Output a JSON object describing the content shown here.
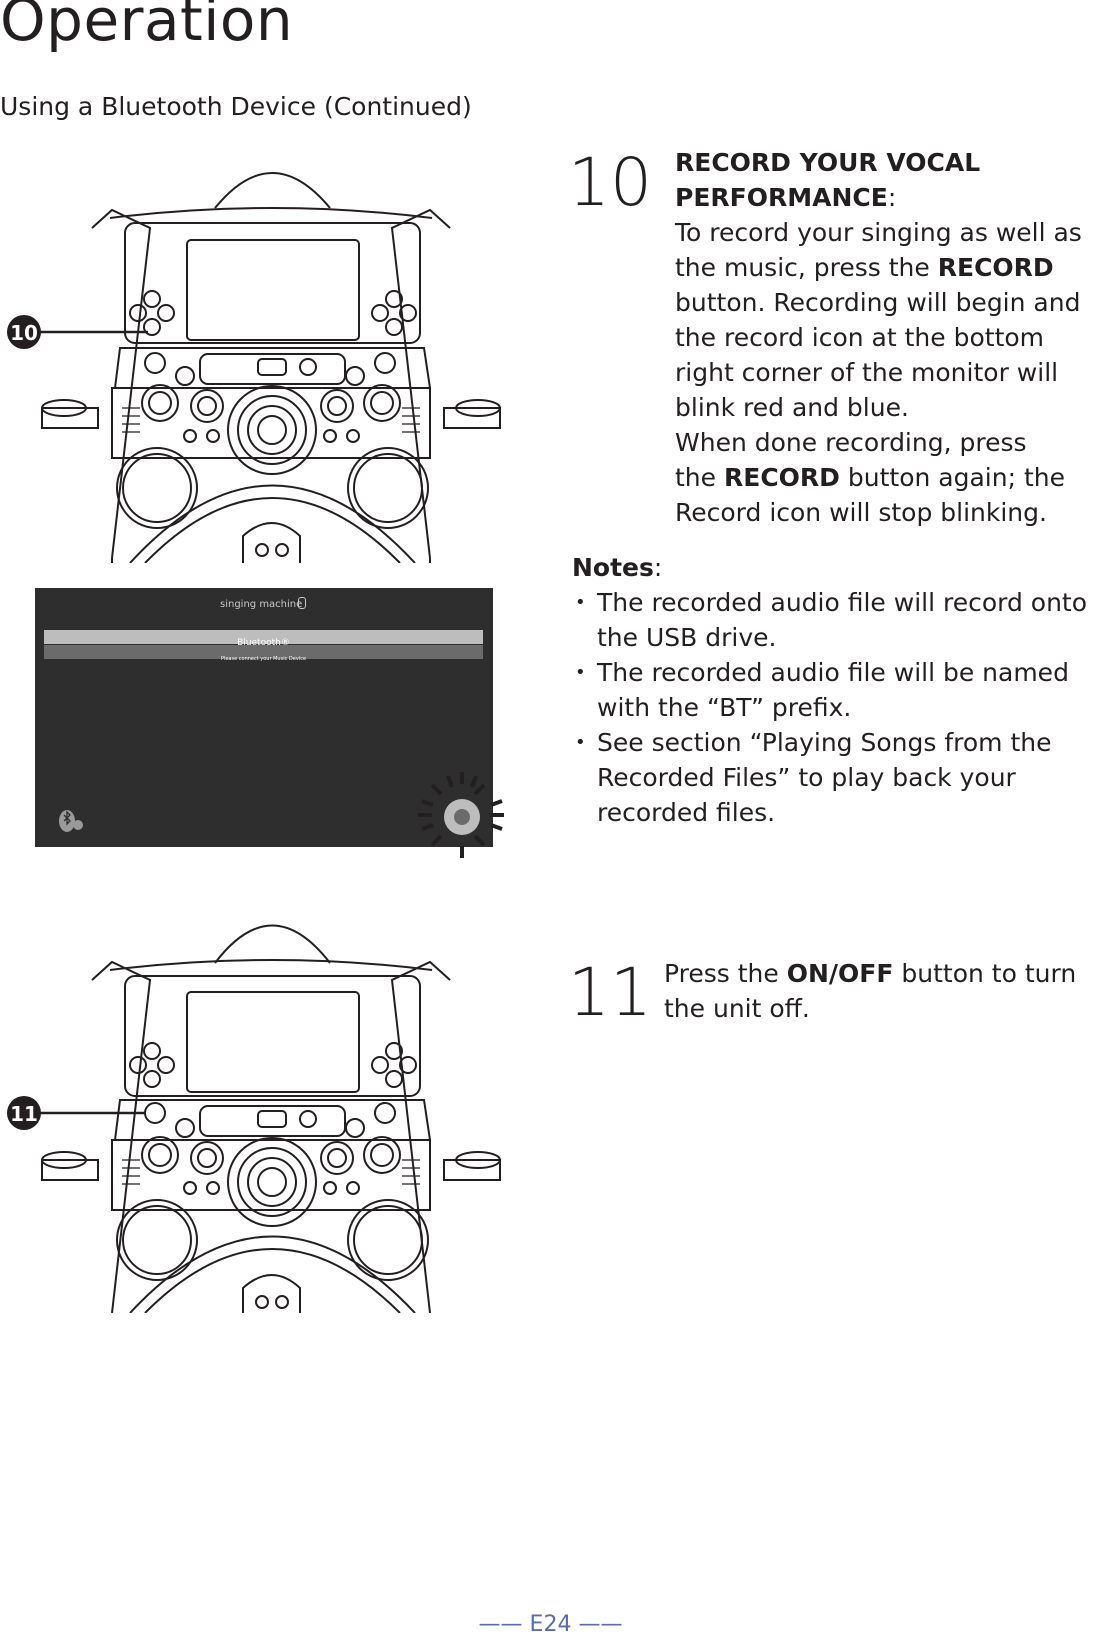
{
  "header": {
    "title": "Operation",
    "subtitle": "Using a Bluetooth Device (Continued)"
  },
  "steps": [
    {
      "number": "10",
      "callout": "10",
      "heading": "RECORD YOUR VOCAL PERFORMANCE",
      "lines": [
        "To record your singing as well as",
        "the music, press the",
        "RECORD",
        "button. Recording will begin and",
        "the record icon at the bottom",
        "right corner of the monitor will",
        "blink red and blue.",
        "When done recording, press",
        "the",
        "RECORD",
        "button again; the",
        "Record icon will stop blinking."
      ]
    },
    {
      "number": "11",
      "callout": "11",
      "text_before": "Press the",
      "button": "ON/OFF",
      "text_after": "button to turn",
      "line2": "the unit off."
    }
  ],
  "notes": {
    "label": "Notes",
    "items": [
      [
        "The recorded audio file will record onto",
        "the USB drive."
      ],
      [
        "The recorded audio file will be named",
        "with the “BT” prefix."
      ],
      [
        "See section “Playing Songs from the",
        "Recorded Files” to play back your",
        "recorded files."
      ]
    ]
  },
  "monitor": {
    "brand": "singing machine",
    "bar_title": "Bluetooth®",
    "bar_message": "Please connect your Music Device"
  },
  "footer": {
    "page": "E24"
  },
  "colors": {
    "text": "#231f20",
    "footer": "#5b6bb0",
    "screen_bg": "#2e2e2e"
  }
}
